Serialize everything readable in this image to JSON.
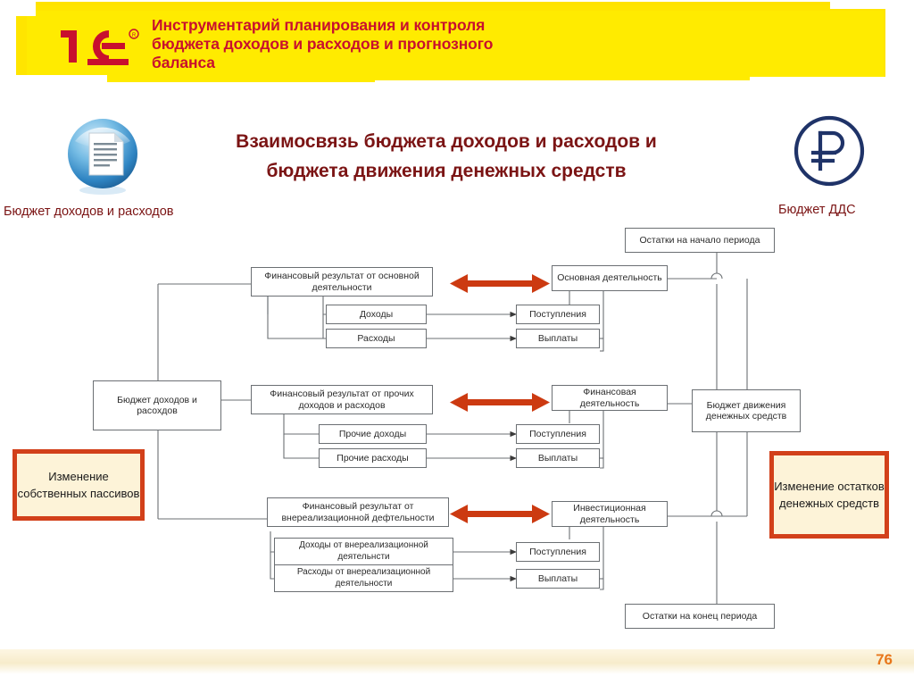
{
  "header": {
    "logo": "1c-logo",
    "title": "Инструментарий планирования и контроля бюджета доходов и расходов и прогнозного баланса",
    "title_lines": [
      "Инструментарий планирования и контроля",
      "бюджета доходов и расходов и прогнозного",
      "баланса"
    ],
    "band_color": "#ffe500",
    "title_color": "#c8102e"
  },
  "slide": {
    "title_lines": [
      "Взаимосвязь бюджета доходов и расходов и",
      "бюджета движения денежных средств"
    ],
    "title_color": "#7b1414",
    "left_icon": "document-icon",
    "right_icon": "ruble-icon",
    "left_label": "Бюджет доходов и расходов",
    "right_label": "Бюджет ДДС",
    "page_number": "76",
    "page_number_color": "#e8761a"
  },
  "diagram": {
    "accent_arrow_color": "#cc3a11",
    "node_border_color": "#6b6f73",
    "callout_border_color": "#d2401a",
    "callout_fill_color": "#fdf3d8",
    "nodes": {
      "budget_income_expense": "Бюджет доходов и расохдов",
      "fin_result_main": "Финансовый результат от основной деятельности",
      "fin_result_other": "Финансовый результат от прочих доходов и расходов",
      "fin_result_nonsale": "Финансовый результат от внереализационной дефтельности",
      "income": "Доходы",
      "expense": "Расходы",
      "other_income": "Прочие доходы",
      "other_expense": "Прочие расходы",
      "nonsale_income": "Доходы от внереализационной деятельнсти",
      "nonsale_expense": "Расходы от внереализационной деятельности",
      "opening_balance": "Остатки на начало периода",
      "closing_balance": "Остатки на конец периода",
      "main_activity": "Основная деятельность",
      "financial_activity": "Финансовая деятельность",
      "investment_activity": "Инвестиционная деятельность",
      "cashflow_budget": "Бюджет движения денежных средств",
      "receipts_1": "Поступления",
      "payments_1": "Выплаты",
      "receipts_2": "Поступления",
      "payments_2": "Выплаты",
      "receipts_3": "Поступления",
      "payments_3": "Выплаты"
    },
    "callouts": {
      "left": "Изменение собственных пассивов",
      "right": "Изменение остатков денежных средств"
    }
  }
}
